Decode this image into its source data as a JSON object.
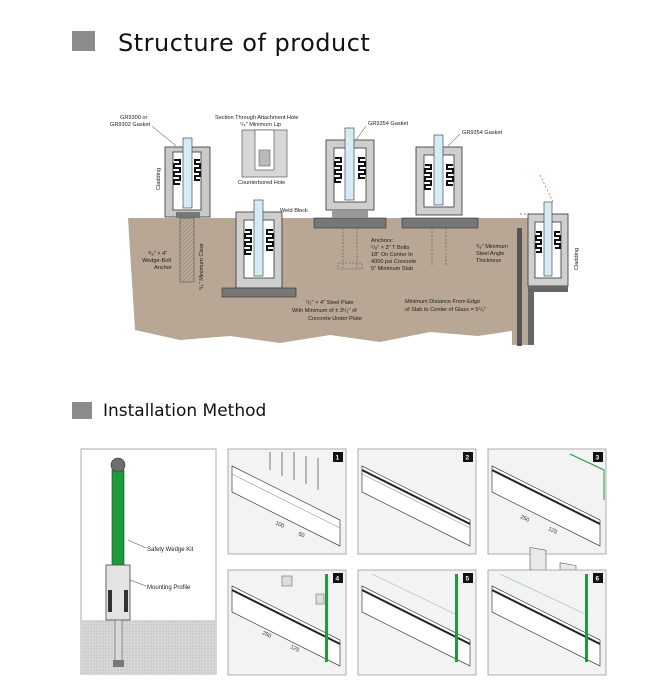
{
  "section1": {
    "title": "Structure of product",
    "labels": {
      "gasket_left": [
        "GR9300 or",
        "GR9302 Gasket"
      ],
      "section_hole": [
        "Section Through Attachment Hole",
        "¹/₄\" Minimum Lip"
      ],
      "counterbored": "Counterbored Hole",
      "gasket_mid": "GR9354 Gasket",
      "gasket_right": "GR9354 Gasket",
      "cladding_left": "Cladding",
      "cladding_right": "Cladding",
      "weld_block": "Weld Block",
      "wedge_bolt": [
        "³/₈\" × 4\"",
        "Wedge-Bolt",
        "Anchor"
      ],
      "min_clear": "³/₄\" Minimum Clear",
      "anchors": [
        "Anchors:",
        "⁵/₈\" × 3\" T Bolts",
        "18\" On Center In",
        "4000 psi Concrete",
        "5\" Minimum Slab"
      ],
      "steel_angle": [
        "³/₈\" Minimum",
        "Steel Angle",
        "Thickness"
      ],
      "steel_plate": [
        "¹/₂\" × 4\" Steel Plate",
        "With Minimum of ± 3¹/₂\" of",
        "Concrete Under Plate"
      ],
      "edge_distance": [
        "Minimum Distance From Edge",
        "of Slab to Center of Glass = 5¹/₂\""
      ]
    }
  },
  "section2": {
    "title": "Installation Method",
    "callouts": {
      "wedge_kit": "Safety Wedge Kit",
      "profile": "Mounting Profile"
    },
    "steps": [
      "1",
      "2",
      "3",
      "4",
      "5",
      "6"
    ],
    "dims": {
      "s1": [
        "100",
        "50"
      ],
      "s3": [
        "250",
        "125"
      ],
      "s4": [
        "250",
        "125"
      ]
    }
  },
  "colors": {
    "concrete": "#b5a593",
    "glass_green": "#1f9a3c",
    "heading_square": "#8c8c8c",
    "step_badge": "#111111"
  }
}
